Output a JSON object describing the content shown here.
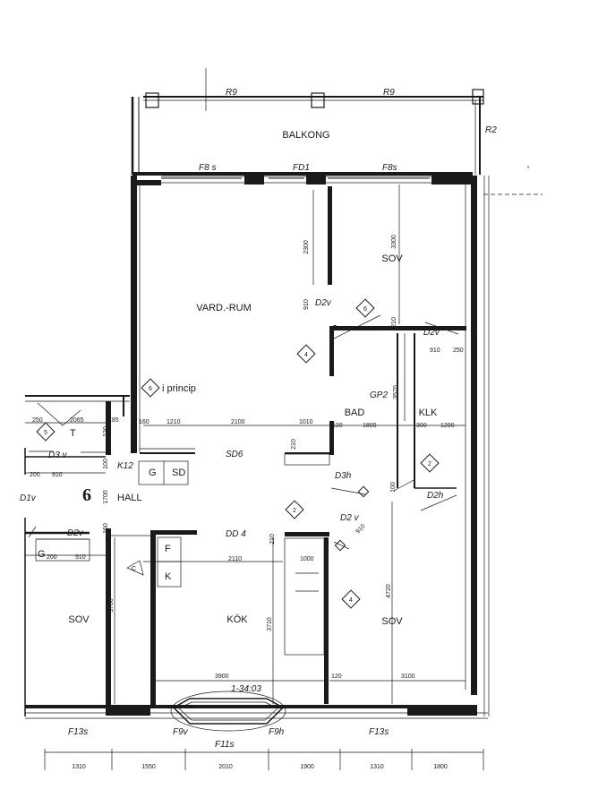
{
  "rooms": {
    "balkong": "BALKONG",
    "vardrum": "VARD.-RUM",
    "sov_top": "SOV",
    "bad": "BAD",
    "klk": "KLK",
    "hall": "HALL",
    "kok": "KÖK",
    "sov_bottom": "SOV",
    "sov_left": "SOV"
  },
  "apartment_number": "6",
  "marks": {
    "t": "T",
    "g1": "G",
    "sd": "SD",
    "g2": "G",
    "f": "F",
    "k": "K",
    "c": "C"
  },
  "element_labels": {
    "r9_left": "R9",
    "r9_right": "R9",
    "r2": "R2",
    "f8s_left": "F8 s",
    "fd1": "FD1",
    "f8s_right": "F8s",
    "d2v_1": "D2v",
    "d2v_2": "D2v",
    "d3v": "D3 v",
    "d1v": "D1v",
    "k12": "K12",
    "sd6": "SD6",
    "gp2": "GP2",
    "d3h": "D3h",
    "d2h": "D2h",
    "dd4": "DD 4",
    "d2v_3": "D2v",
    "d2v_4": "D2 v",
    "section": "1-34:03",
    "f13s_left": "F13s",
    "f9v": "F9v",
    "f11s": "F11s",
    "f9h": "F9h",
    "f13s_right": "F13s",
    "i_princip": "i princip"
  },
  "diamonds": [
    "6",
    "6",
    "4",
    "5",
    "2",
    "2",
    "4"
  ],
  "dimensions": {
    "d2300": "2300",
    "d3300": "3300",
    "d910a": "910",
    "d210a": "210",
    "d910b": "910",
    "d250": "250",
    "d3570": "3570",
    "d250b": "250",
    "d2065": "2065",
    "d185": "185",
    "d120": "120",
    "d160": "160",
    "d1210": "1210",
    "d2100": "2100",
    "d1010": "1010",
    "d210b": "210",
    "d120b": "120",
    "d1800": "1800",
    "d300": "300",
    "d1200": "1200",
    "d200": "200",
    "d910c": "910",
    "d100": "100",
    "d1700": "1700",
    "d100b": "100",
    "d160b": "160",
    "d210c": "210",
    "d910d": "910",
    "d200b": "200",
    "d910e": "910",
    "d2110": "2110",
    "d1000": "1000",
    "d3760": "3760",
    "d3710": "3710",
    "d4720": "4720",
    "d3900": "3900",
    "d120c": "120",
    "d3100": "3100",
    "b1310": "1310",
    "b1550": "1550",
    "b2010": "2010",
    "b1900": "1900",
    "b1310b": "1310",
    "b1800": "1800"
  }
}
